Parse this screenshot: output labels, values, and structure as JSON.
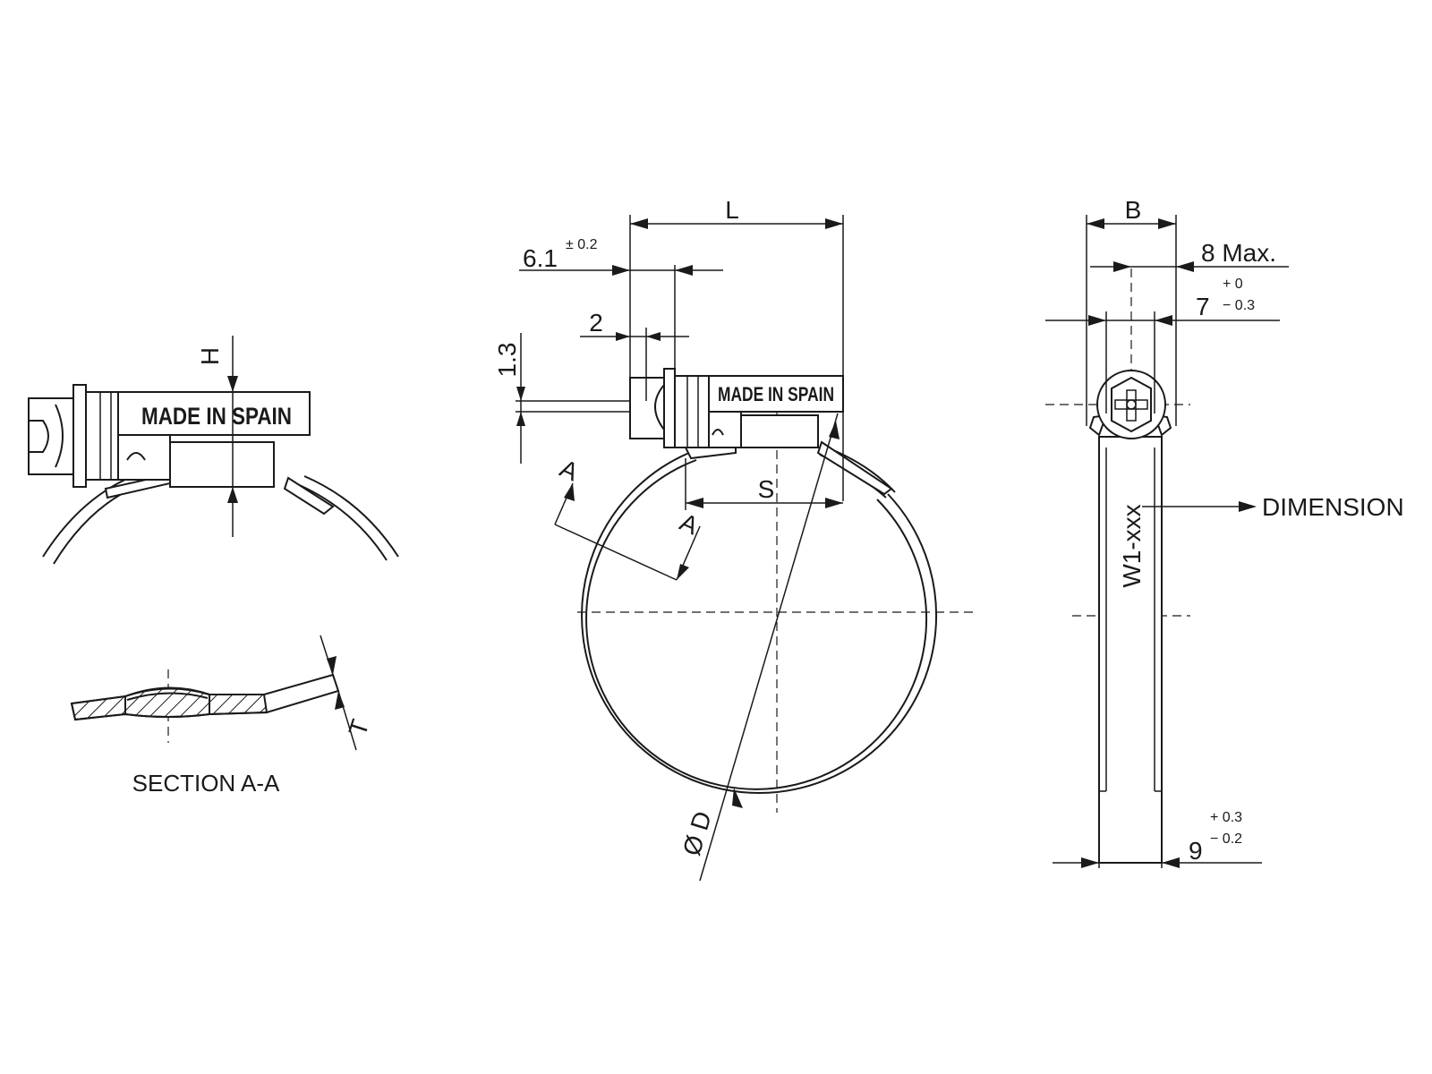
{
  "drawing": {
    "stamp": "MADE IN SPAIN",
    "section_caption": "SECTION A-A",
    "dim_H": "H",
    "dim_T": "T",
    "dim_L": "L",
    "dim_S": "S",
    "dim_D": "Ø D",
    "dim_B": "B",
    "dim_6_1": "6.1",
    "tol_6_1": "± 0.2",
    "dim_2": "2",
    "dim_1_3": "1.3",
    "section_mark": "A",
    "dim_8max": "8 Max.",
    "dim_7": "7",
    "tol_7_upper": "+ 0",
    "tol_7_lower": "− 0.3",
    "dim_9": "9",
    "tol_9_upper": "+ 0.3",
    "tol_9_lower": "− 0.2",
    "band_text": "W1-xxx",
    "dimension_label": "DIMENSION"
  },
  "colors": {
    "line": "#1a1a1a",
    "background": "#ffffff"
  }
}
